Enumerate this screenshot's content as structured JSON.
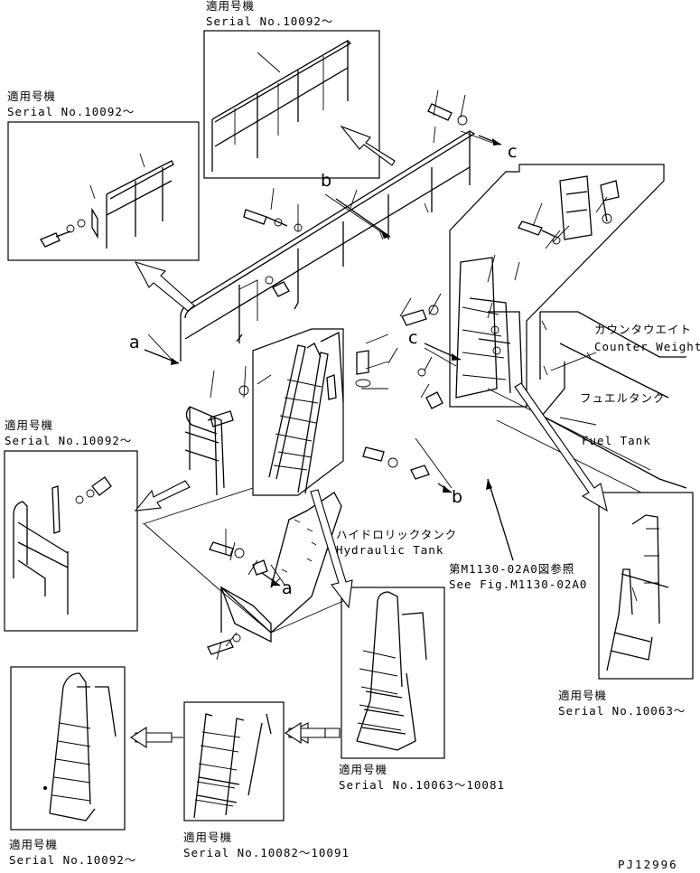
{
  "diagram": {
    "code": "PJ12996",
    "serials": {
      "top_center": {
        "applicable": "適用号機",
        "serial": "Serial No.10092～"
      },
      "top_left": {
        "applicable": "適用号機",
        "serial": "Serial No.10092～"
      },
      "mid_left": {
        "applicable": "適用号機",
        "serial": "Serial No.10092～"
      },
      "right": {
        "applicable": "適用号機",
        "serial": "Serial No.10063～"
      },
      "bottom_center": {
        "applicable": "適用号機",
        "serial": "Serial No.10063～10081"
      },
      "bottom_mid": {
        "applicable": "適用号機",
        "serial": "Serial No.10082～10091"
      },
      "bottom_left": {
        "applicable": "適用号機",
        "serial": "Serial No.10092～"
      }
    },
    "labels": {
      "counter_weight_jp": "カウンタウエイト",
      "counter_weight_en": "Counter Weight",
      "fuel_tank_jp": "フュエルタンク",
      "fuel_tank_en": "Fuel Tank",
      "hydraulic_tank_jp": "ハイドロリックタンク",
      "hydraulic_tank_en": "Hydraulic Tank",
      "see_fig_jp": "第M1130-02A0図参照",
      "see_fig_en": "See Fig.M1130-02A0"
    },
    "callouts": {
      "a": "a",
      "b": "b",
      "c": "c"
    }
  }
}
